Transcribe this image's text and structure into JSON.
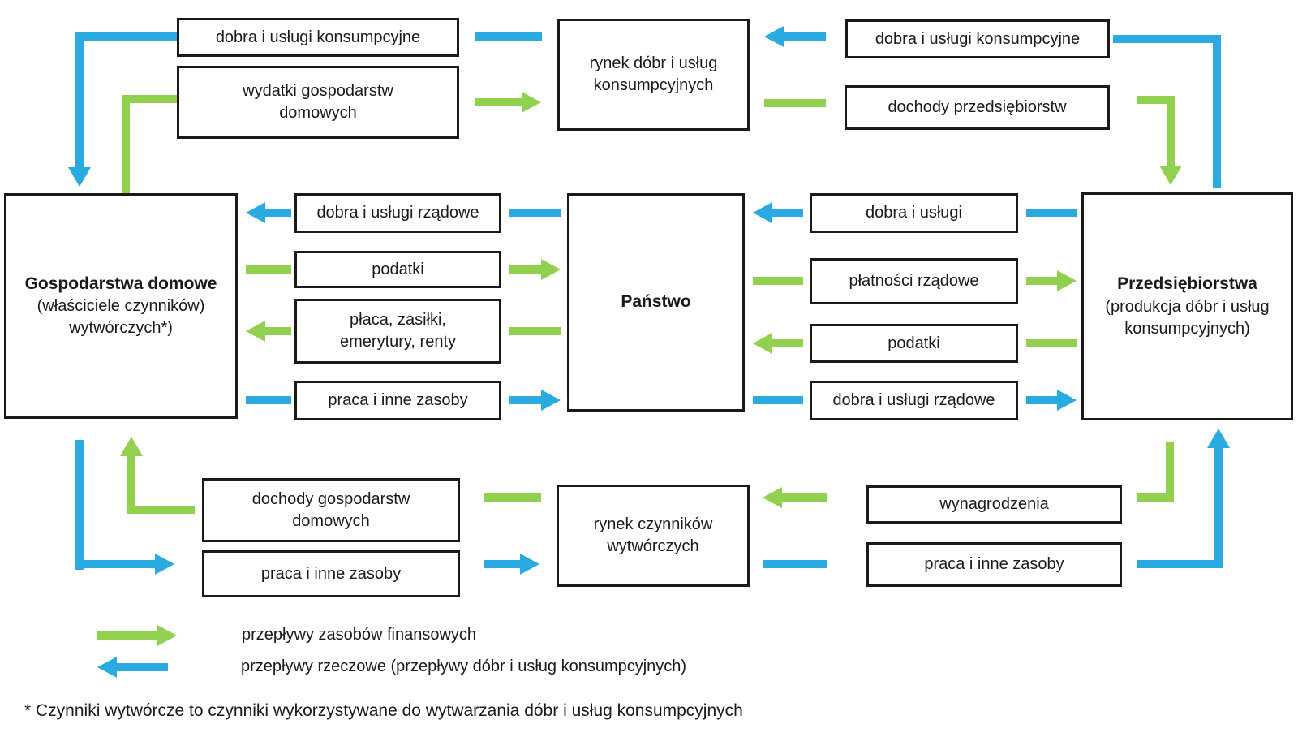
{
  "colors": {
    "financial_flow_green": "#92d050",
    "real_flow_blue": "#29abe2",
    "box_border": "#1a1a1a",
    "text": "#1a1a1a",
    "background": "#ffffff"
  },
  "entities": {
    "households": {
      "name": "Gospodarstwa domowe",
      "subtitle": "(właściciele czynników) wytwórczych*)"
    },
    "state": {
      "name": "Państwo"
    },
    "enterprises": {
      "name": "Przedsiębiorstwa",
      "subtitle": "(produkcja dóbr i usług konsumpcyjnych)"
    }
  },
  "markets": {
    "consumer_goods": {
      "name": "rynek dóbr i usług konsumpcyjnych"
    },
    "production_factors": {
      "name": "rynek czynników wytwórczych"
    }
  },
  "flow_labels": {
    "top_left_goods": "dobra i usługi konsumpcyjne",
    "top_left_spending": "wydatki gospodarstw domowych",
    "top_right_goods": "dobra i usługi konsumpcyjne",
    "top_right_income": "dochody przedsiębiorstw",
    "left_gov_goods": "dobra i usługi rządowe",
    "left_taxes": "podatki",
    "left_transfers": "płaca, zasiłki, emerytury, renty",
    "left_labor": "praca i inne zasoby",
    "right_goods": "dobra i usługi",
    "right_gov_payments": "płatności rządowe",
    "right_taxes": "podatki",
    "right_gov_goods": "dobra i usługi rządowe",
    "bottom_left_income": "dochody gospodarstw domowych",
    "bottom_left_labor": "praca i inne zasoby",
    "bottom_right_wages": "wynagrodzenia",
    "bottom_right_labor": "praca i inne zasoby"
  },
  "legend": {
    "financial_flows": "przepływy zasobów finansowych",
    "real_flows": "przepływy rzeczowe (przepływy dóbr i usług konsumpcyjnych)"
  },
  "footnote": "* Czynniki wytwórcze to czynniki wykorzystywane do wytwarzania dóbr i usług konsumpcyjnych"
}
